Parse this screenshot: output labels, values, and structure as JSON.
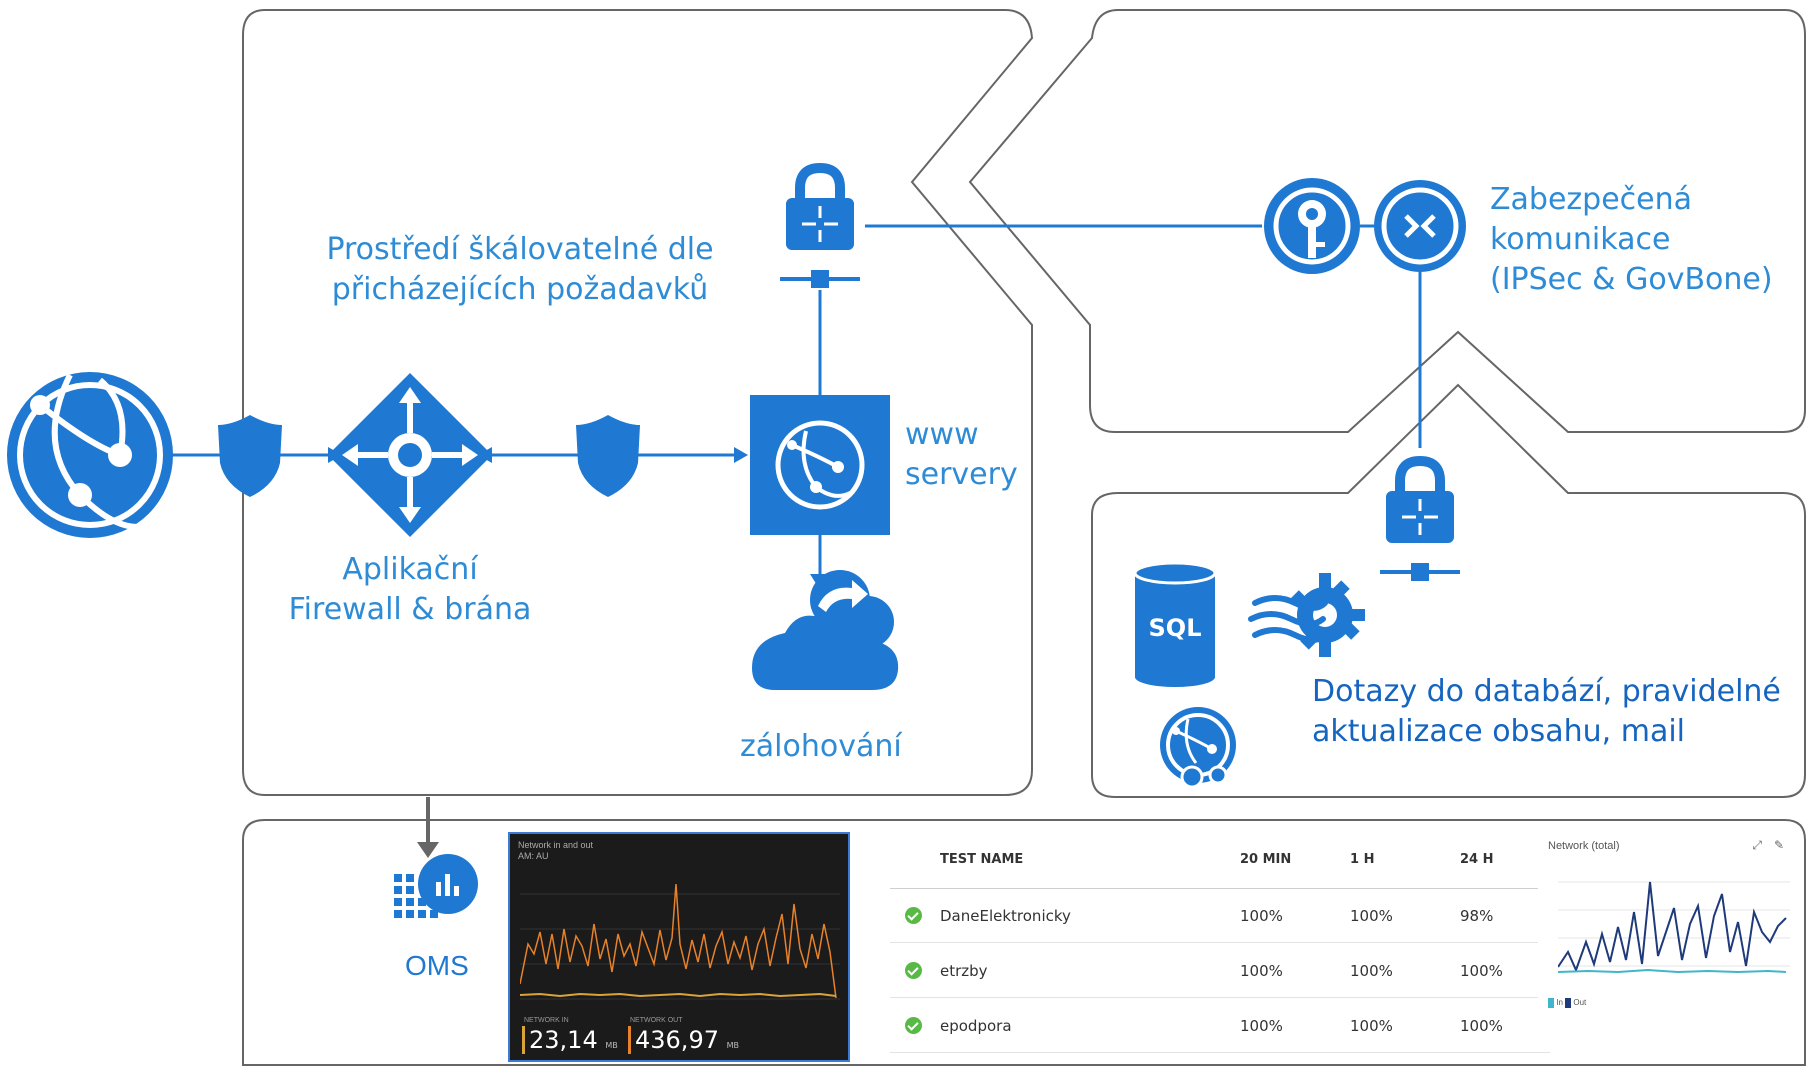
{
  "labels": {
    "scalable_env": [
      "Prostředí škálovatelné dle",
      "přicházejících požadavků"
    ],
    "secure_comm": [
      "Zabezpečená",
      "komunikace",
      "(IPSec & GovBone)"
    ],
    "www_servers": [
      "www",
      "servery"
    ],
    "firewall": [
      "Aplikační",
      "Firewall & brána"
    ],
    "backup": "zálohování",
    "db_queries": [
      "Dotazy do databází, pravidelné",
      "aktualizace obsahu, mail"
    ],
    "oms": "OMS",
    "sql": "SQL"
  },
  "network_panel": {
    "title": "Network in and out",
    "subtitle": "AM: AU",
    "in_label": "NETWORK IN",
    "in_value": "23,14",
    "in_unit": "MB",
    "out_label": "NETWORK OUT",
    "out_value": "436,97",
    "out_unit": "MB"
  },
  "test_table": {
    "headers": [
      "TEST NAME",
      "20 MIN",
      "1 H",
      "24 H"
    ],
    "rows": [
      {
        "name": "DaneElektronicky",
        "m20": "100%",
        "h1": "100%",
        "h24": "98%"
      },
      {
        "name": "etrzby",
        "m20": "100%",
        "h1": "100%",
        "h24": "100%"
      },
      {
        "name": "epodpora",
        "m20": "100%",
        "h1": "100%",
        "h24": "100%"
      }
    ]
  },
  "network_total_panel": {
    "title": "Network (total)",
    "legend_in": "In",
    "legend_out": "Out"
  },
  "colors": {
    "azure_blue": "#1f78d1",
    "label_blue": "#2e8bd6",
    "frame_gray": "#666666",
    "line_orange": "#e8822a",
    "line_yellow": "#d9a43a",
    "line_navy": "#1f3a7a"
  },
  "icons": [
    "globe-icon",
    "shield-icon",
    "gateway-icon",
    "web-server-icon",
    "cloud-backup-icon",
    "vpn-lock-icon",
    "key-vault-icon",
    "vpn-gateway-icon",
    "sql-database-icon",
    "data-factory-icon",
    "web-job-icon",
    "oms-icon"
  ]
}
